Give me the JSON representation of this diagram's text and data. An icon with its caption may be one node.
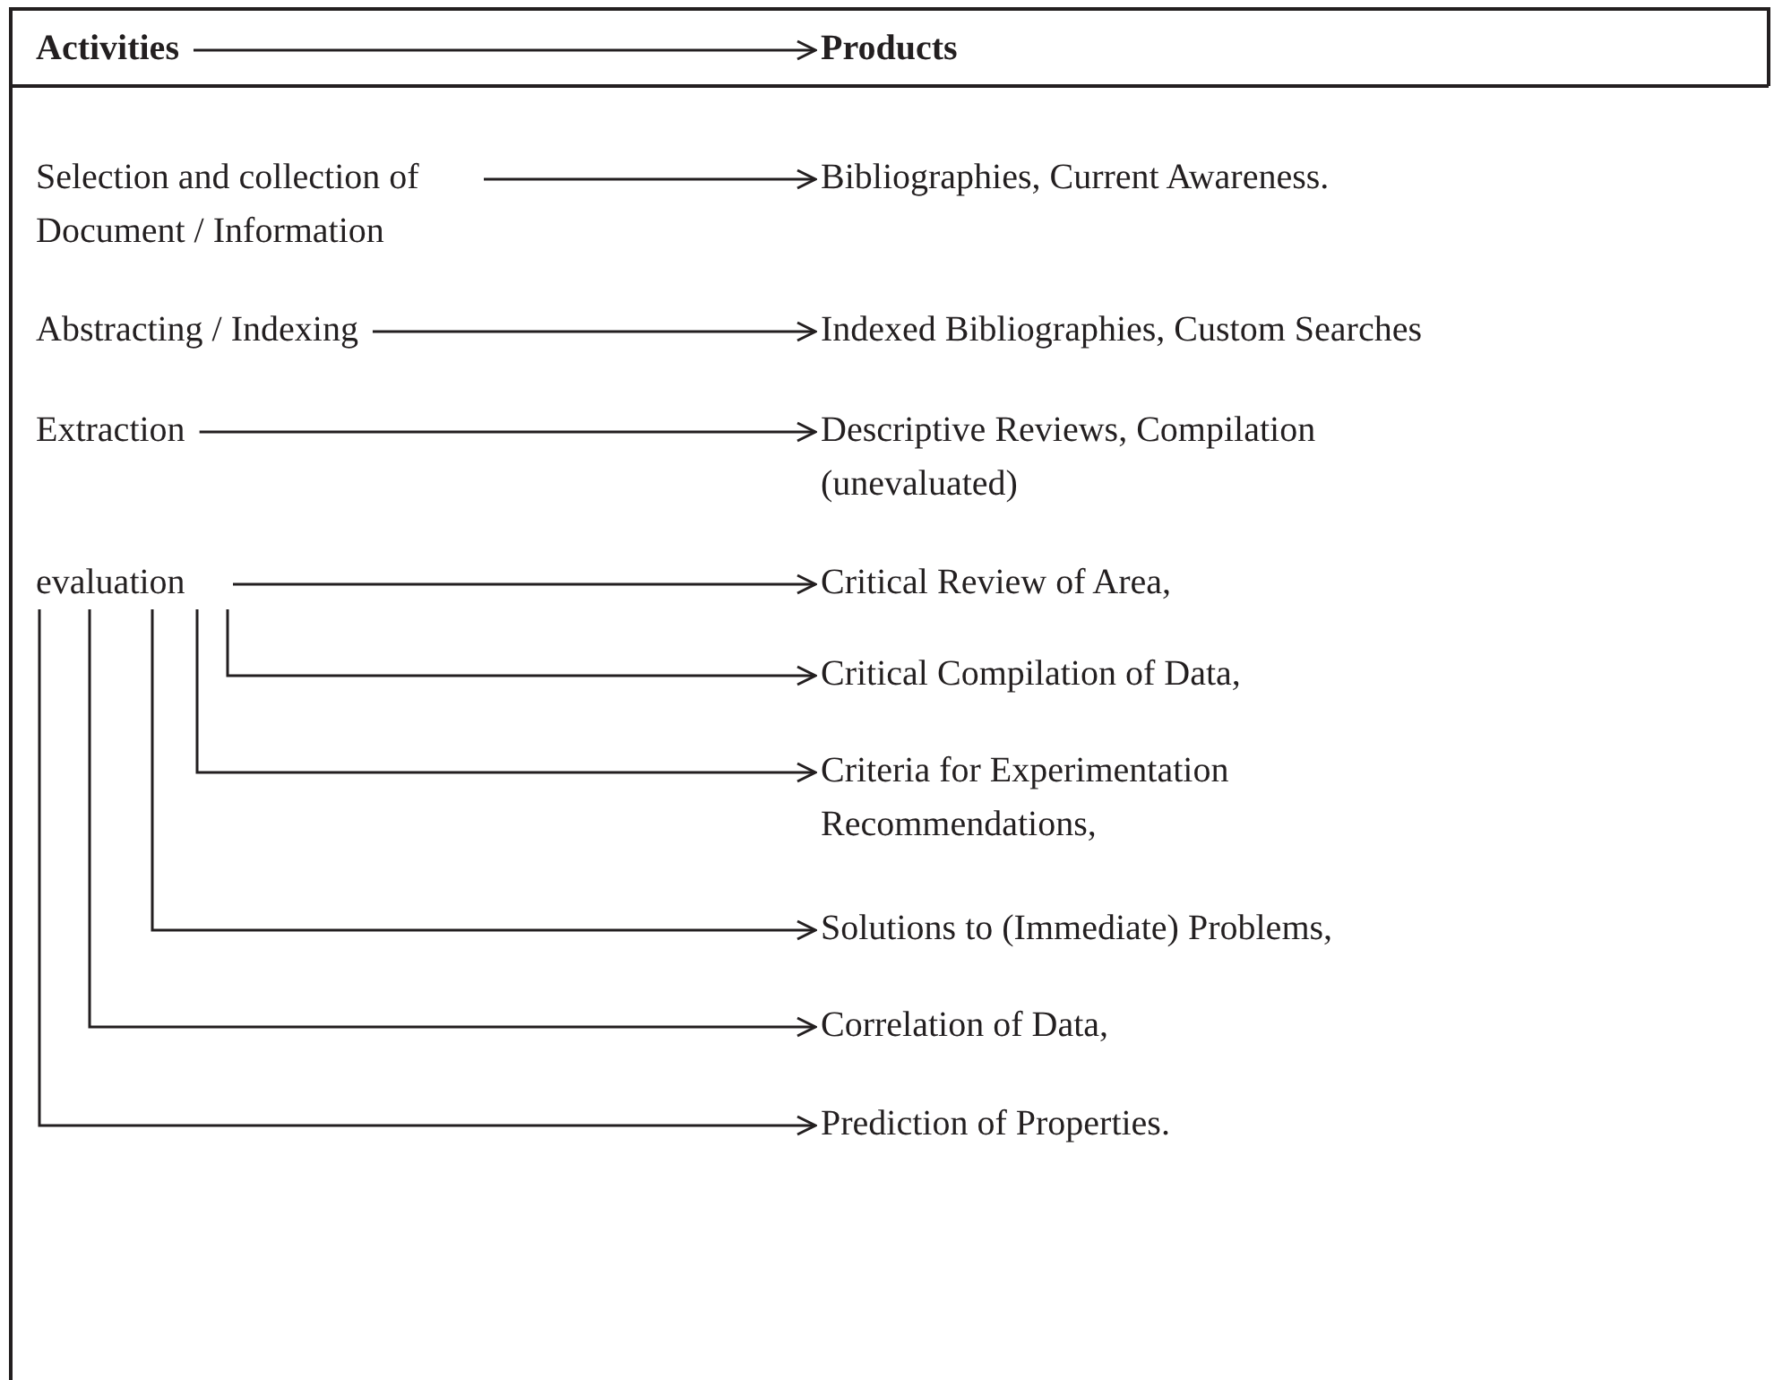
{
  "diagram": {
    "nodes": [
      {
        "text": [
          "Activities"
        ]
      },
      {
        "text": [
          "Products"
        ]
      },
      {
        "text": [
          "Selection and collection of Document / Information"
        ]
      },
      {
        "text": [
          "Bibliographies, Current Awareness."
        ]
      },
      {
        "text": [
          "Abstracting / Indexing"
        ]
      },
      {
        "text": [
          "Indexed Bibliographies, Custom Searches"
        ]
      },
      {
        "text": [
          "Extraction"
        ]
      },
      {
        "text": [
          "Descriptive Reviews, Compilation (unevaluated)"
        ]
      },
      {
        "text": [
          "evaluation"
        ]
      },
      {
        "text": [
          "Critical Review of Area,"
        ]
      },
      {
        "text": [
          "Critical Compilation of Data,"
        ]
      },
      {
        "text": [
          "Criteria for Experimentation Recommendations,"
        ]
      },
      {
        "text": [
          "Solutions to (Immediate) Problems,"
        ]
      },
      {
        "text": [
          "Correlation of Data,"
        ]
      },
      {
        "text": [
          "Prediction of Properties."
        ]
      }
    ],
    "edges": [
      {
        "from": 0,
        "to": 1,
        "arrow": "to"
      },
      {
        "from": 2,
        "to": 3,
        "arrow": "to"
      },
      {
        "from": 4,
        "to": 5,
        "arrow": "to"
      },
      {
        "from": 6,
        "to": 7,
        "arrow": "to"
      },
      {
        "from": 8,
        "to": 9,
        "arrow": "to"
      },
      {
        "from": 8,
        "to": 10,
        "arrow": "to"
      },
      {
        "from": 8,
        "to": 11,
        "arrow": "to"
      },
      {
        "from": 8,
        "to": 12,
        "arrow": "to"
      },
      {
        "from": 8,
        "to": 13,
        "arrow": "to"
      },
      {
        "from": 8,
        "to": 14,
        "arrow": "to"
      }
    ]
  }
}
